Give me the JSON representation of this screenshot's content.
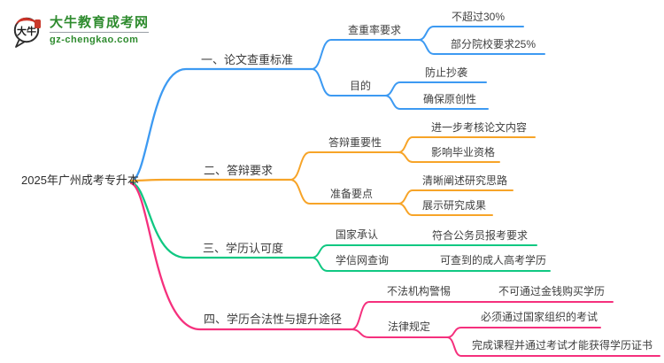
{
  "logo": {
    "site_name": "大牛教育成考网",
    "site_url": "gz-chengkao.com",
    "seal_text": "大牛",
    "brand_green": "#2e8b2e",
    "seal_red": "#c93a2c"
  },
  "mindmap": {
    "root": {
      "label": "2025年广州成考专升本"
    },
    "colors": {
      "branch1": "#3d9af2",
      "branch2": "#f7a428",
      "branch3": "#10c882",
      "bran4_note": "",
      "branch4": "#f5307d",
      "text": "#3f3f3f"
    },
    "branches": [
      {
        "label": "一、论文查重标准",
        "children": [
          {
            "label": "查重率要求",
            "children": [
              {
                "label": "不超过30%"
              },
              {
                "label": "部分院校要求25%"
              }
            ]
          },
          {
            "label": "目的",
            "children": [
              {
                "label": "防止抄袭"
              },
              {
                "label": "确保原创性"
              }
            ]
          }
        ]
      },
      {
        "label": "二、答辩要求",
        "children": [
          {
            "label": "答辩重要性",
            "children": [
              {
                "label": "进一步考核论文内容"
              },
              {
                "label": "影响毕业资格"
              }
            ]
          },
          {
            "label": "准备要点",
            "children": [
              {
                "label": "清晰阐述研究思路"
              },
              {
                "label": "展示研究成果"
              }
            ]
          }
        ]
      },
      {
        "label": "三、学历认可度",
        "children": [
          {
            "label": "国家承认",
            "children": [
              {
                "label": "符合公务员报考要求"
              }
            ]
          },
          {
            "label": "学信网查询",
            "children": [
              {
                "label": "可查到的成人高考学历"
              }
            ]
          }
        ]
      },
      {
        "label": "四、学历合法性与提升途径",
        "children": [
          {
            "label": "不法机构警惕",
            "children": [
              {
                "label": "不可通过金钱购买学历"
              }
            ]
          },
          {
            "label": "法律规定",
            "children": [
              {
                "label": "必须通过国家组织的考试"
              },
              {
                "label": "完成课程并通过考试才能获得学历证书"
              }
            ]
          }
        ]
      }
    ]
  }
}
